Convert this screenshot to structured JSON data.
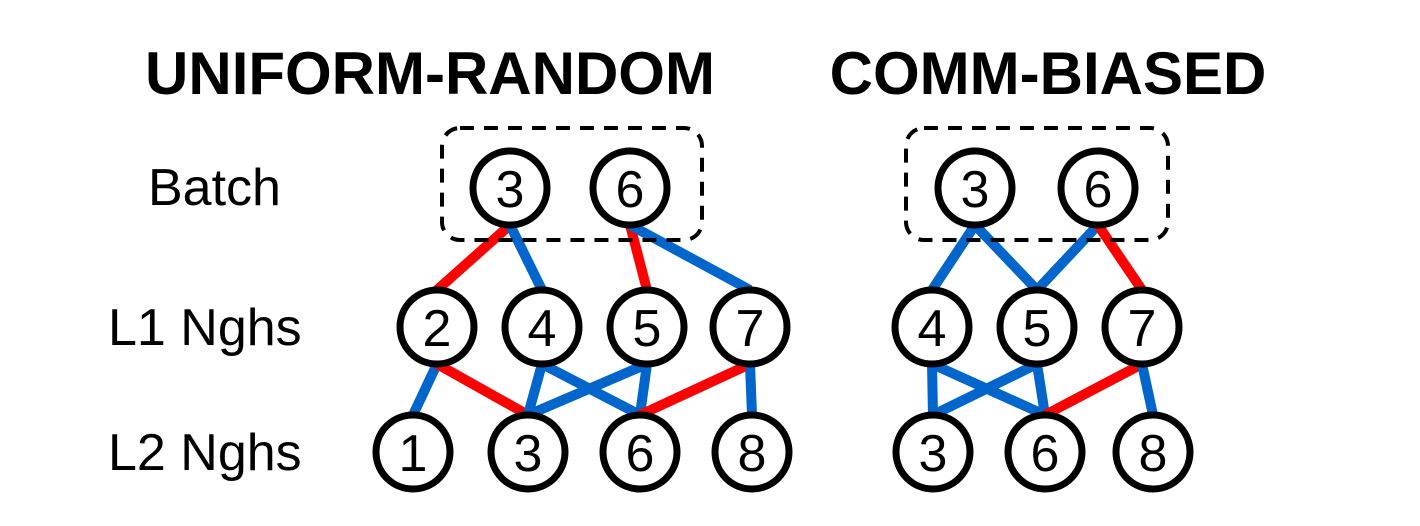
{
  "panels": [
    {
      "title": "UNIFORM-RANDOM",
      "batch": [
        "3",
        "6"
      ],
      "l1": [
        "2",
        "4",
        "5",
        "7"
      ],
      "l2": [
        "1",
        "3",
        "6",
        "8"
      ],
      "edges": [
        {
          "from": "batch-3",
          "to": "l1-2",
          "color": "red"
        },
        {
          "from": "batch-3",
          "to": "l1-4",
          "color": "blue"
        },
        {
          "from": "batch-6",
          "to": "l1-5",
          "color": "red"
        },
        {
          "from": "batch-6",
          "to": "l1-7",
          "color": "blue"
        },
        {
          "from": "l1-2",
          "to": "l2-1",
          "color": "blue"
        },
        {
          "from": "l1-2",
          "to": "l2-3",
          "color": "red"
        },
        {
          "from": "l1-4",
          "to": "l2-3",
          "color": "blue"
        },
        {
          "from": "l1-4",
          "to": "l2-6",
          "color": "blue"
        },
        {
          "from": "l1-5",
          "to": "l2-3",
          "color": "blue"
        },
        {
          "from": "l1-5",
          "to": "l2-6",
          "color": "blue"
        },
        {
          "from": "l1-7",
          "to": "l2-6",
          "color": "red"
        },
        {
          "from": "l1-7",
          "to": "l2-8",
          "color": "blue"
        }
      ]
    },
    {
      "title": "COMM-BIASED",
      "batch": [
        "3",
        "6"
      ],
      "l1": [
        "4",
        "5",
        "7"
      ],
      "l2": [
        "3",
        "6",
        "8"
      ],
      "edges": [
        {
          "from": "batch-3",
          "to": "l1-4",
          "color": "blue"
        },
        {
          "from": "batch-3",
          "to": "l1-5",
          "color": "blue"
        },
        {
          "from": "batch-6",
          "to": "l1-5",
          "color": "blue"
        },
        {
          "from": "batch-6",
          "to": "l1-7",
          "color": "red"
        },
        {
          "from": "l1-4",
          "to": "l2-3",
          "color": "blue"
        },
        {
          "from": "l1-4",
          "to": "l2-6",
          "color": "blue"
        },
        {
          "from": "l1-5",
          "to": "l2-3",
          "color": "blue"
        },
        {
          "from": "l1-5",
          "to": "l2-6",
          "color": "blue"
        },
        {
          "from": "l1-7",
          "to": "l2-6",
          "color": "red"
        },
        {
          "from": "l1-7",
          "to": "l2-8",
          "color": "blue"
        }
      ]
    }
  ],
  "row_labels": {
    "batch": "Batch",
    "l1": "L1 Nghs",
    "l2": "L2 Nghs"
  },
  "colors": {
    "red": "#ff0000",
    "blue": "#0066cc"
  }
}
